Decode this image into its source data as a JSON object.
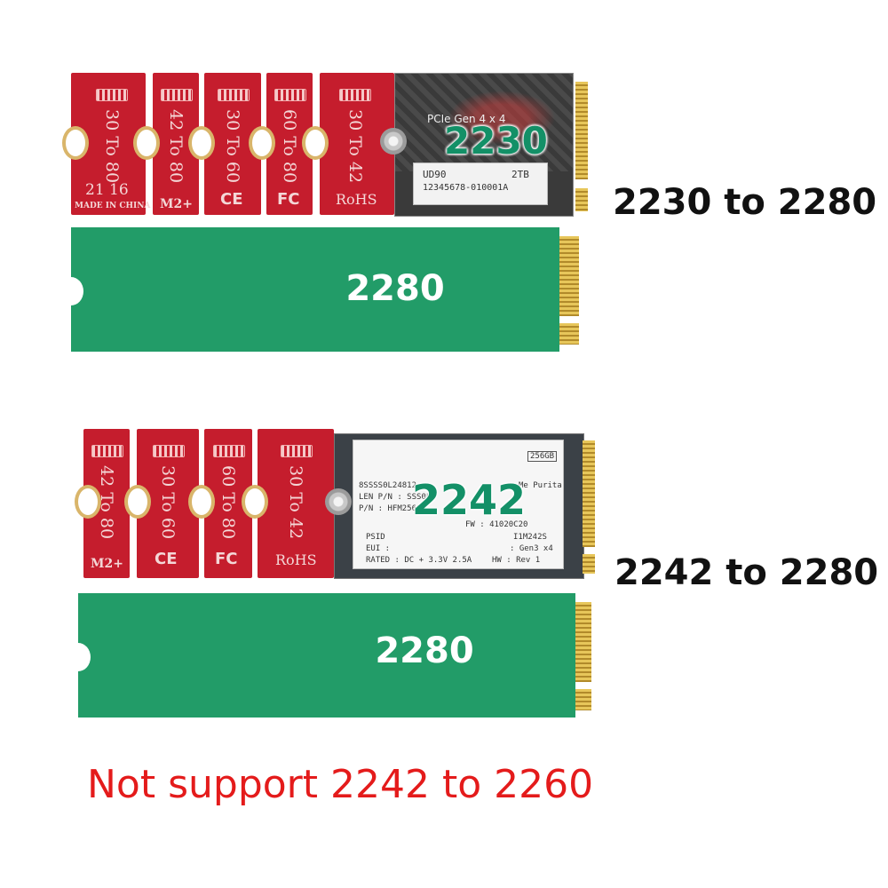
{
  "top": {
    "segments": [
      {
        "text": "30 To 80",
        "mark": "21 16",
        "mark2": "MADE IN CHINA"
      },
      {
        "text": "42 To 80",
        "mark": "M2+"
      },
      {
        "text": "30 To 60",
        "mark": "CE"
      },
      {
        "text": "60 To 80",
        "mark": "FC"
      },
      {
        "text": "30 To 42",
        "mark": "RoHS"
      }
    ],
    "ssd": {
      "line1": "PCIe Gen 4 x 4",
      "model": "UD90",
      "capacity": "2TB",
      "serial": "12345678-010001A",
      "size_tag": "2230"
    },
    "board_label": "2280",
    "caption": "2230 to 2280"
  },
  "bottom": {
    "segments": [
      {
        "text": "42 To 80",
        "mark": "M2+"
      },
      {
        "text": "30 To 60",
        "mark": "CE"
      },
      {
        "text": "60 To 80",
        "mark": "FC"
      },
      {
        "text": "30 To 42",
        "mark": "RoHS"
      }
    ],
    "ssd": {
      "capacity": "256GB",
      "l1": "8SSSS0L24812",
      "l1b": "Me Purita",
      "l2": "LEN P/N : SSS0L",
      "l3": "P/N : HFM256G",
      "fw": "FW : 41020C20",
      "psid": "PSID",
      "model": "I1M242S",
      "eui": "EUI :",
      "gen": ": Gen3 x4",
      "rated": "RATED : DC + 3.3V 2.5A",
      "hw": "HW : Rev 1",
      "size_tag": "2242"
    },
    "board_label": "2280",
    "caption": "2242 to 2280"
  },
  "warning": "Not support  2242 to 2260"
}
